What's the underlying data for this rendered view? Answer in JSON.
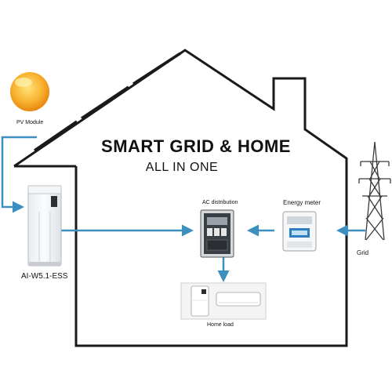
{
  "diagram": {
    "title": "SMART GRID &  HOME",
    "subtitle": "ALL IN ONE",
    "nodes": {
      "pv_module": "PV Module",
      "battery": "AI-W5.1-ESS",
      "ac_distribution": "AC distribution",
      "energy_meter": "Energy meter",
      "grid": "Grid",
      "home_load": "Home load"
    },
    "flows": [
      {
        "from": "PV Module",
        "to": "AI-W5.1-ESS"
      },
      {
        "from": "AI-W5.1-ESS",
        "to": "AC distribution"
      },
      {
        "from": "Grid",
        "to": "Energy meter"
      },
      {
        "from": "Energy meter",
        "to": "AC distribution"
      },
      {
        "from": "AC distribution",
        "to": "Home load"
      }
    ],
    "colors": {
      "flow_line": "#3d8fc0",
      "house_outline": "#1a1a1a",
      "sun": "#f7a823"
    }
  }
}
